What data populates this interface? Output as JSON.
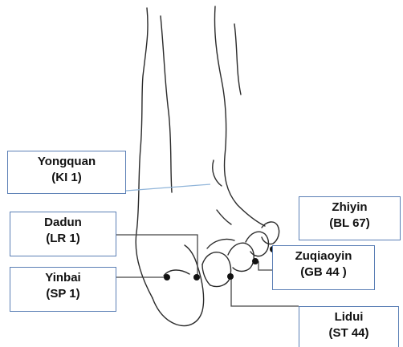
{
  "diagram": {
    "labels": {
      "yongquan": {
        "name": "Yongquan",
        "code": "(KI 1)"
      },
      "dadun": {
        "name": "Dadun",
        "code": "(LR 1)"
      },
      "yinbai": {
        "name": "Yinbai",
        "code": "(SP 1)"
      },
      "zhiyin": {
        "name": "Zhiyin",
        "code": "(BL 67)"
      },
      "zuqiaoyin": {
        "name": "Zuqiaoyin",
        "code": "(GB  44 )"
      },
      "lidui": {
        "name": "Lidui",
        "code": "(ST 44)"
      }
    },
    "colors": {
      "box_border": "#5b7fb5",
      "yongquan_line": "#8fb4d9",
      "outline": "#2a2a2a",
      "point": "#111111"
    }
  }
}
